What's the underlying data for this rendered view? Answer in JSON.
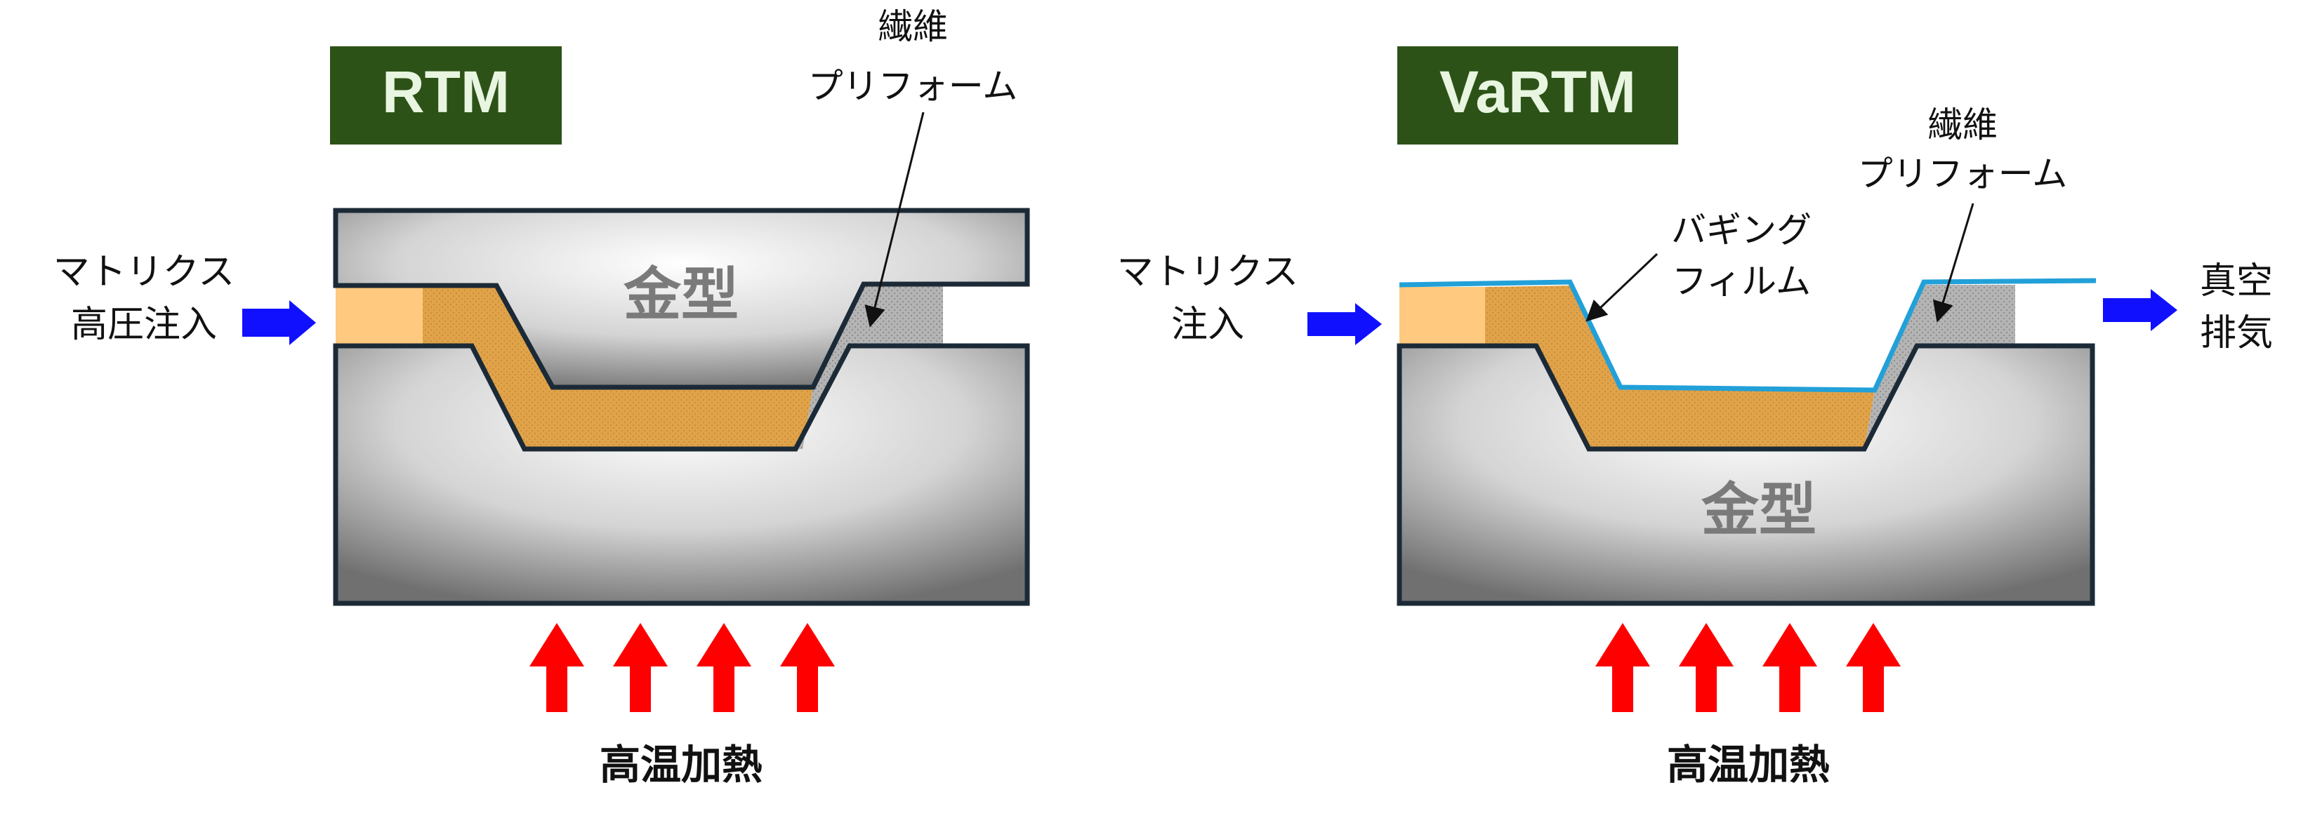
{
  "panels": {
    "rtm": {
      "title": "RTM",
      "mold_label": "金型",
      "fiber_label_line1": "繊維",
      "fiber_label_line2": "プリフォーム",
      "inlet_label_line1": "マトリクス",
      "inlet_label_line2": "高圧注入",
      "heat_label": "高温加熱"
    },
    "vartm": {
      "title": "VaRTM",
      "mold_label": "金型",
      "fiber_label_line1": "繊維",
      "fiber_label_line2": "プリフォーム",
      "film_label_line1": "バギング",
      "film_label_line2": "フィルム",
      "inlet_label_line1": "マトリクス",
      "inlet_label_line2": "注入",
      "outlet_label_line1": "真空",
      "outlet_label_line2": "排気",
      "heat_label": "高温加熱"
    }
  },
  "colors": {
    "title_box": "#2d5218",
    "title_text": "#e8f5e0",
    "mold_outline": "#1b2a36",
    "resin": "#e0a34a",
    "resin_light": "#ffc97f",
    "fiber": "#a9a9a9",
    "film": "#22a0d8",
    "inlet_arrow": "#1010ff",
    "heat_arrow": "#ff0000"
  }
}
